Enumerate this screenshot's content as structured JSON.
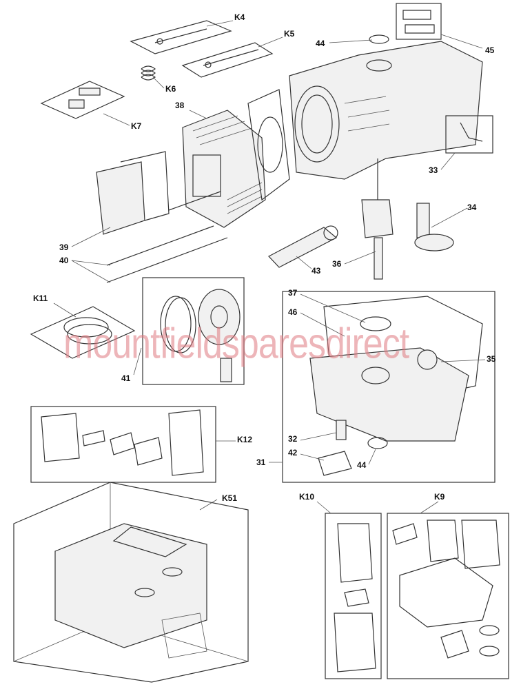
{
  "watermark": "mountfieldsparesdirect",
  "callouts": {
    "k4": "K4",
    "k5": "K5",
    "p44a": "44",
    "p45": "45",
    "k6": "K6",
    "p38": "38",
    "k7": "K7",
    "p33": "33",
    "p34": "34",
    "p39": "39",
    "p40": "40",
    "p43": "43",
    "p36": "36",
    "k11": "K11",
    "p37": "37",
    "p46": "46",
    "p35": "35",
    "p41": "41",
    "k12": "K12",
    "p32": "32",
    "p42": "42",
    "p31": "31",
    "p44b": "44",
    "k51": "K51",
    "k10": "K10",
    "k9": "K9"
  }
}
